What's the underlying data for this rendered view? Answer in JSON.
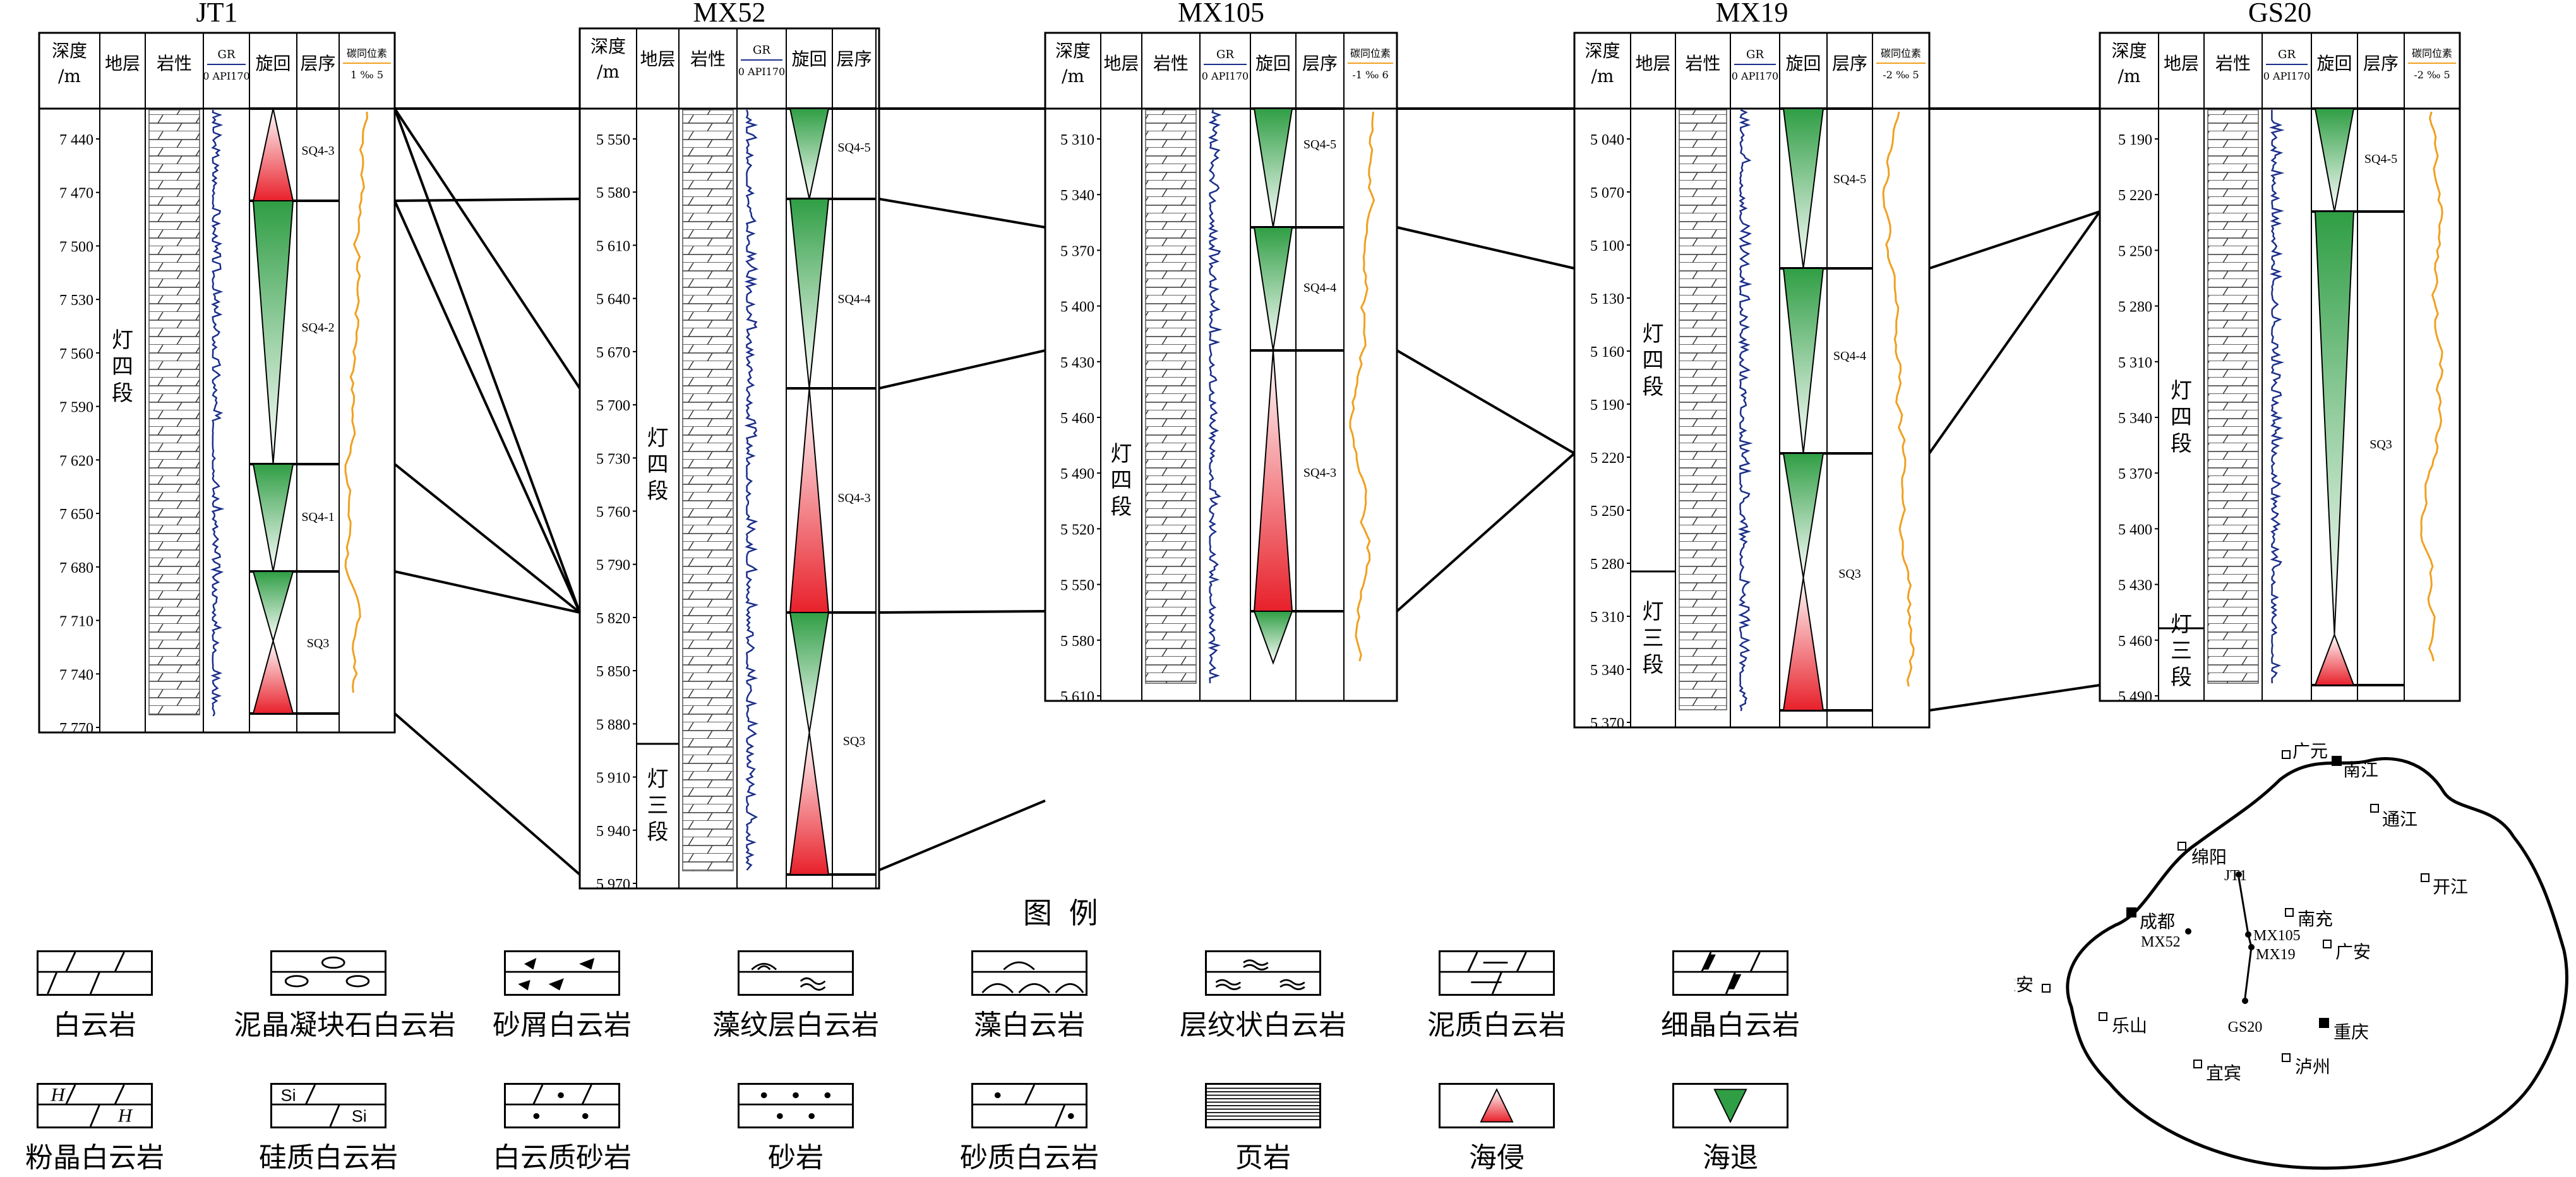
{
  "headers": {
    "depth": "深度\n/m",
    "strat": "地层",
    "litho": "岩性",
    "gr": "GR",
    "gr_scale": "0 API170",
    "cycle": "旋回",
    "seq": "层序",
    "iso": "碳同位素"
  },
  "wells": [
    {
      "name": "JT1",
      "iso_scale": "1  ‰  5",
      "depths": [
        "7 440",
        "7 470",
        "7 500",
        "7 530",
        "7 560",
        "7 590",
        "7 620",
        "7 650",
        "7 680",
        "7 710",
        "7 740",
        "7 770"
      ],
      "strat": [
        "灯四段"
      ],
      "seqs": [
        "SQ4-3",
        "SQ4-2",
        "SQ4-1",
        "SQ3"
      ]
    },
    {
      "name": "MX52",
      "iso_scale": "",
      "depths": [
        "5 550",
        "5 580",
        "5 610",
        "5 640",
        "5 670",
        "5 700",
        "5 730",
        "5 760",
        "5 790",
        "5 820",
        "5 850",
        "5 880",
        "5 910",
        "5 940",
        "5 970"
      ],
      "strat": [
        "灯四段",
        "灯三段"
      ],
      "seqs": [
        "SQ4-5",
        "SQ4-4",
        "SQ4-3",
        "SQ3"
      ]
    },
    {
      "name": "MX105",
      "iso_scale": "-1  ‰  6",
      "depths": [
        "5 310",
        "5 340",
        "5 370",
        "5 400",
        "5 430",
        "5 460",
        "5 490",
        "5 520",
        "5 550",
        "5 580",
        "5 610"
      ],
      "strat": [
        "灯四段"
      ],
      "seqs": [
        "SQ4-5",
        "SQ4-4",
        "SQ4-3"
      ]
    },
    {
      "name": "MX19",
      "iso_scale": "-2  ‰  5",
      "depths": [
        "5 040",
        "5 070",
        "5 100",
        "5 130",
        "5 160",
        "5 190",
        "5 220",
        "5 250",
        "5 280",
        "5 310",
        "5 340",
        "5 370"
      ],
      "strat": [
        "灯四段",
        "灯三段"
      ],
      "seqs": [
        "SQ4-5",
        "SQ4-4",
        "SQ3"
      ]
    },
    {
      "name": "GS20",
      "iso_scale": "-2  ‰  5",
      "depths": [
        "5 190",
        "5 220",
        "5 250",
        "5 280",
        "5 310",
        "5 340",
        "5 370",
        "5 400",
        "5 430",
        "5 460",
        "5 490"
      ],
      "strat": [
        "灯四段",
        "灯三段"
      ],
      "seqs": [
        "SQ4-5",
        "SQ3"
      ]
    }
  ],
  "legend": {
    "title": "图 例",
    "items": [
      "白云岩",
      "泥晶凝块石白云岩",
      "砂屑白云岩",
      "藻纹层白云岩",
      "藻白云岩",
      "层纹状白云岩",
      "泥质白云岩",
      "细晶白云岩",
      "粉晶白云岩",
      "硅质白云岩",
      "白云质砂岩",
      "砂岩",
      "砂质白云岩",
      "页岩",
      "海侵",
      "海退"
    ],
    "si": "Si"
  },
  "map": {
    "cities": [
      "广元",
      "南江",
      "通江",
      "绵阳",
      "JT1",
      "南充",
      "开江",
      "成都",
      "MX52",
      "MX105",
      "MX19",
      "广安",
      "雅安",
      "GS20",
      "乐山",
      "重庆",
      "宜宾",
      "泸州"
    ]
  },
  "colors": {
    "green": "#3aaa4a",
    "red": "#e8202a",
    "gr": "#1a2e8a",
    "iso": "#f0a020"
  }
}
